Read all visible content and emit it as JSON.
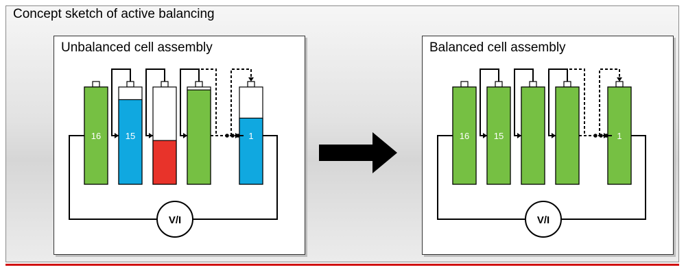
{
  "title": "Concept sketch of active balancing",
  "left_panel": {
    "title": "Unbalanced cell assembly",
    "meter_label": "V/I",
    "cells": [
      {
        "label": "16",
        "fill_level": 1.0,
        "fill_color": "#76c043"
      },
      {
        "label": "15",
        "fill_level": 0.87,
        "fill_color": "#10a8e0"
      },
      {
        "label": "",
        "fill_level": 0.45,
        "fill_color": "#e8332a"
      },
      {
        "label": "",
        "fill_level": 0.97,
        "fill_color": "#76c043"
      },
      {
        "label": "1",
        "fill_level": 0.68,
        "fill_color": "#10a8e0"
      }
    ]
  },
  "right_panel": {
    "title": "Balanced cell assembly",
    "meter_label": "V/I",
    "cells": [
      {
        "label": "16",
        "fill_level": 1.0,
        "fill_color": "#76c043"
      },
      {
        "label": "15",
        "fill_level": 1.0,
        "fill_color": "#76c043"
      },
      {
        "label": "",
        "fill_level": 1.0,
        "fill_color": "#76c043"
      },
      {
        "label": "",
        "fill_level": 1.0,
        "fill_color": "#76c043"
      },
      {
        "label": "1",
        "fill_level": 1.0,
        "fill_color": "#76c043"
      }
    ]
  },
  "arrow_color": "#000000"
}
